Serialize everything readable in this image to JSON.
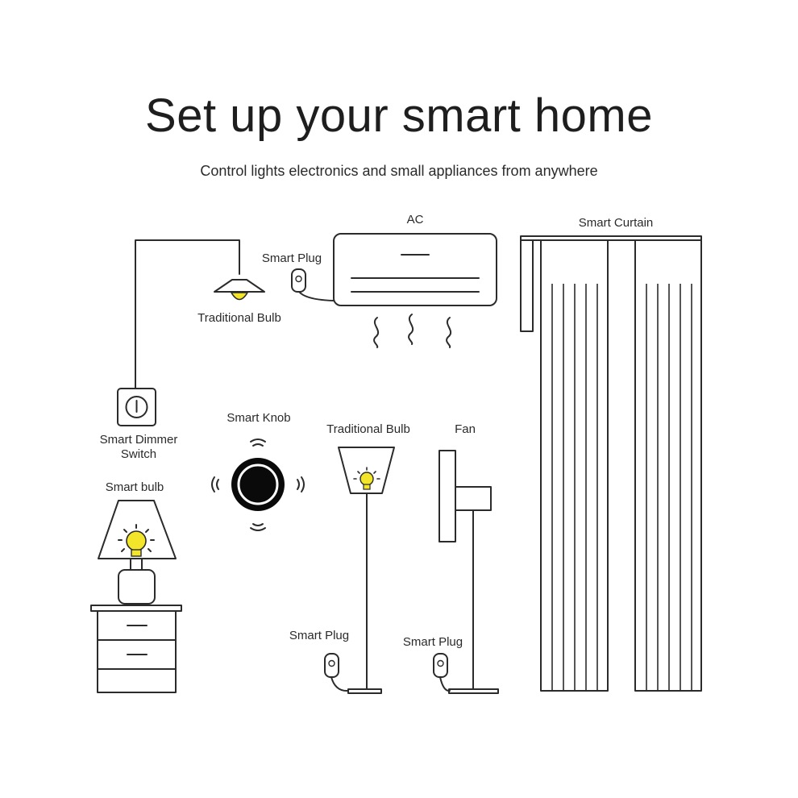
{
  "header": {
    "title": "Set up your smart home",
    "subtitle": "Control lights electronics and small appliances from anywhere"
  },
  "labels": {
    "ac": "AC",
    "smart_curtain": "Smart Curtain",
    "smart_plug_ac": "Smart Plug",
    "traditional_bulb_ceiling": "Traditional Bulb",
    "smart_dimmer_switch_line1": "Smart Dimmer",
    "smart_dimmer_switch_line2": "Switch",
    "smart_knob": "Smart Knob",
    "traditional_bulb_floor": "Traditional Bulb",
    "fan": "Fan",
    "smart_bulb": "Smart bulb",
    "smart_plug_floor_lamp": "Smart Plug",
    "smart_plug_fan": "Smart Plug"
  },
  "colors": {
    "line": "#2b2b2b",
    "bulb_yellow": "#f2e52a",
    "text": "#2a2a2a"
  }
}
